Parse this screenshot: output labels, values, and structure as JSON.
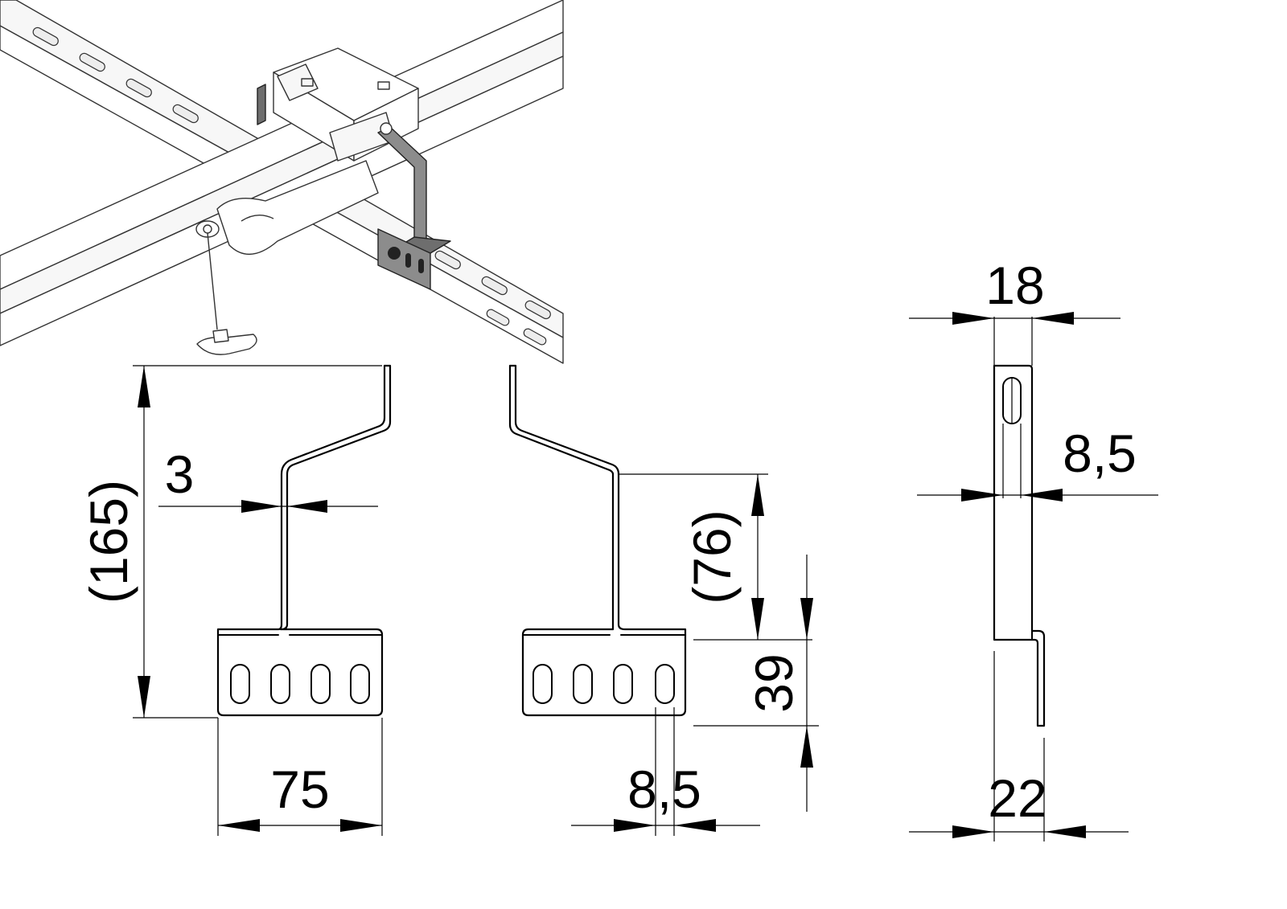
{
  "dimensions": {
    "height_overall": "(165)",
    "thickness": "3",
    "width": "75",
    "bend_height": "(76)",
    "plate_height": "39",
    "slot_width_front": "8,5",
    "strip_width": "18",
    "slot_width_side": "8,5",
    "foot_depth": "22"
  }
}
